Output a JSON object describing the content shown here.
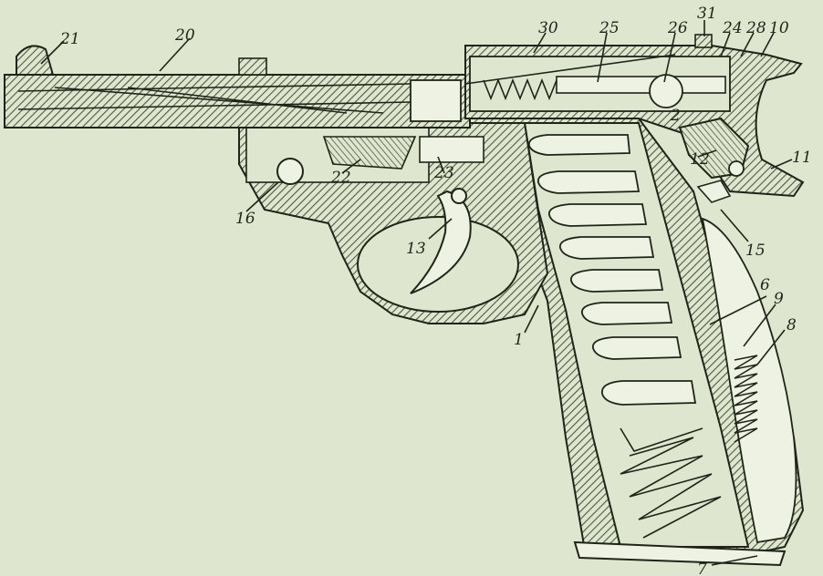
{
  "colors": {
    "background": "#dfe6cf",
    "ink": "#1e2418",
    "hatch": "#4d5942",
    "metal": "#eef2e2"
  },
  "labels": {
    "l1": "1",
    "l6": "6",
    "l7": "7",
    "l8": "8",
    "l9": "9",
    "l10": "10",
    "l11": "11",
    "l12": "12",
    "l13": "13",
    "l15": "15",
    "l16": "16",
    "l20": "20",
    "l21": "21",
    "l22": "22",
    "l23": "23",
    "l24": "24",
    "l25": "25",
    "l26": "26",
    "l28": "28",
    "l30": "30",
    "l31": "31",
    "l2": "2"
  }
}
